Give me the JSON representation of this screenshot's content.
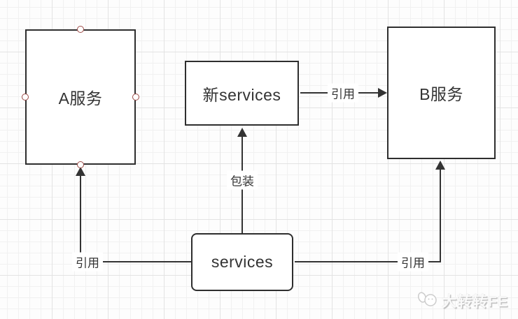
{
  "nodes": {
    "a": {
      "label": "A服务"
    },
    "new_services": {
      "label": "新services"
    },
    "b": {
      "label": "B服务"
    },
    "services": {
      "label": "services"
    }
  },
  "edges": {
    "new_to_b": {
      "label": "引用",
      "from": "新services",
      "to": "B服务"
    },
    "services_to_new": {
      "label": "包装",
      "from": "services",
      "to": "新services"
    },
    "services_to_a": {
      "label": "引用",
      "from": "services",
      "to": "A服务"
    },
    "services_to_b": {
      "label": "引用",
      "from": "services",
      "to": "B服务"
    }
  },
  "watermark": {
    "text": "大转转FE"
  },
  "colors": {
    "line": "#333333",
    "node_border": "#2e2e2e",
    "handle_border": "#9d4a46",
    "grid_minor": "#f1f1f1",
    "grid_major": "#e3e3e3",
    "text": "#333333"
  }
}
